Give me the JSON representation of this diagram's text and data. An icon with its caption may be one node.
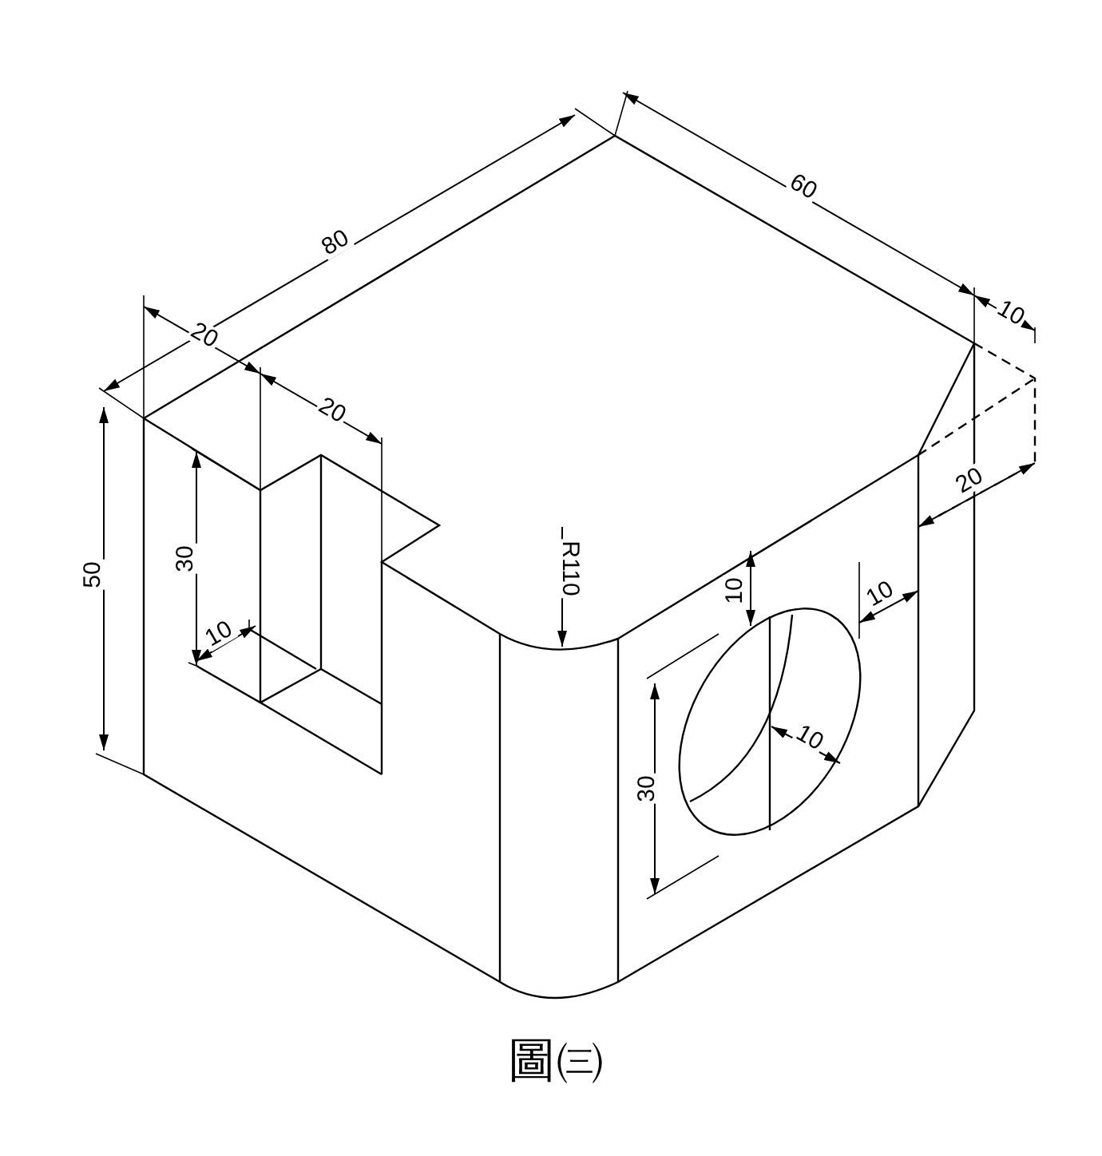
{
  "diagram": {
    "caption": "圖㈢",
    "labels": [
      "80",
      "60",
      "10",
      "20",
      "20",
      "20",
      "50",
      "30",
      "R110",
      "10",
      "10",
      "10",
      "10",
      "30"
    ]
  }
}
